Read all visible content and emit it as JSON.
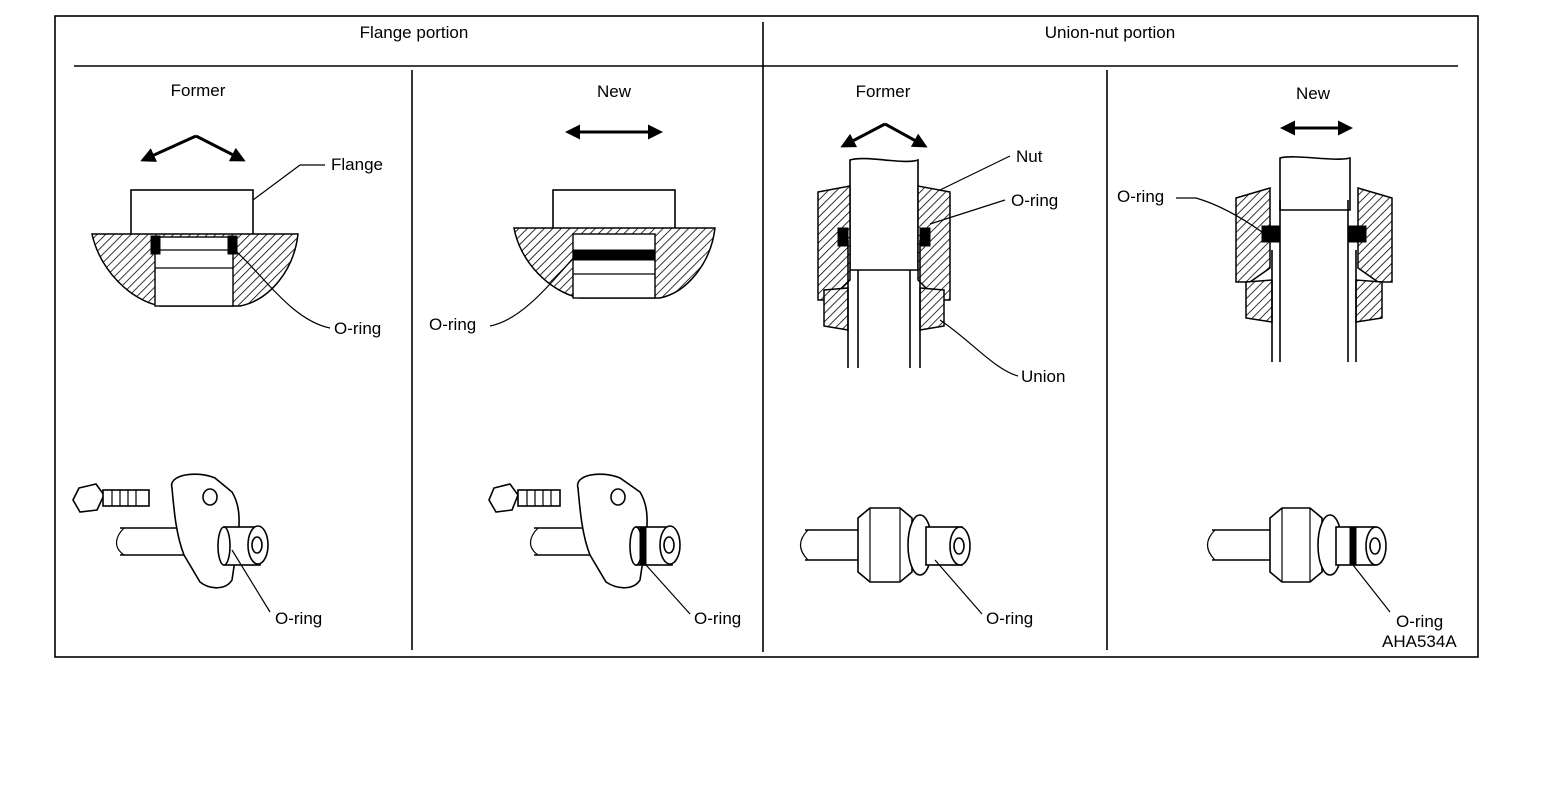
{
  "headers": {
    "flange": "Flange portion",
    "union": "Union-nut portion"
  },
  "columns": {
    "col1": "Former",
    "col2": "New",
    "col3": "Former",
    "col4": "New"
  },
  "labels": {
    "flange": "Flange",
    "oring": "O-ring",
    "nut": "Nut",
    "union": "Union"
  },
  "figure_code": "AHA534A"
}
